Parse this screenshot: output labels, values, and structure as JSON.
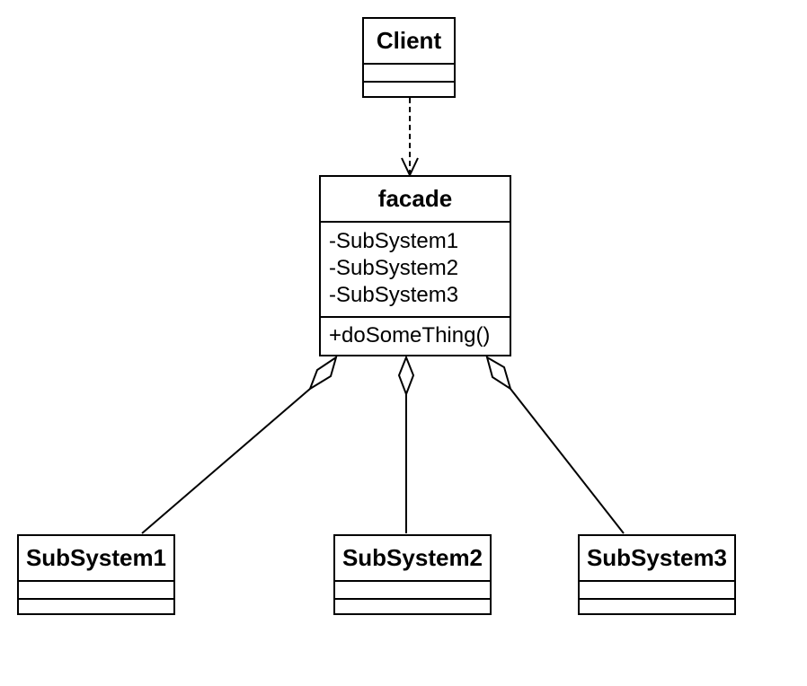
{
  "client": {
    "name": "Client"
  },
  "facade": {
    "name": "facade",
    "attributes": [
      "-SubSystem1",
      "-SubSystem2",
      "-SubSystem3"
    ],
    "operations": [
      "+doSomeThing()"
    ]
  },
  "subsystems": [
    {
      "name": "SubSystem1"
    },
    {
      "name": "SubSystem2"
    },
    {
      "name": "SubSystem3"
    }
  ],
  "relationships": [
    {
      "from": "Client",
      "to": "facade",
      "kind": "dependency"
    },
    {
      "from": "SubSystem1",
      "to": "facade",
      "kind": "aggregation"
    },
    {
      "from": "SubSystem2",
      "to": "facade",
      "kind": "aggregation"
    },
    {
      "from": "SubSystem3",
      "to": "facade",
      "kind": "aggregation"
    }
  ],
  "colors": {
    "line": "#000000",
    "background": "#ffffff"
  }
}
